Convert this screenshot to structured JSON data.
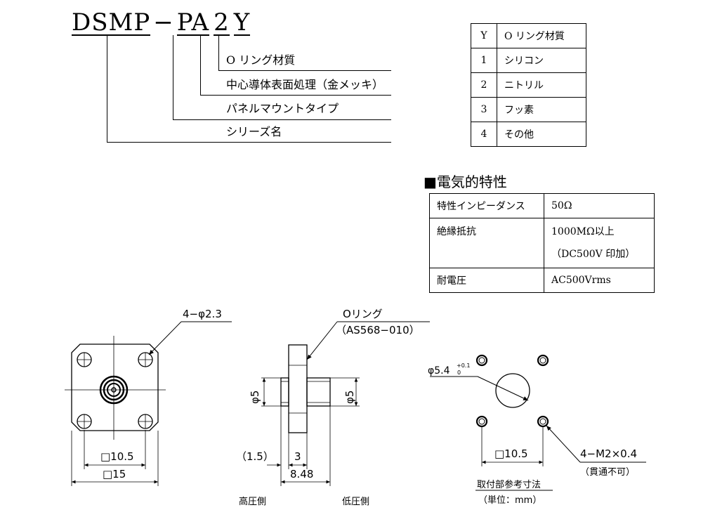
{
  "part_number": {
    "seg1": "DSMP",
    "dash": "−",
    "seg2": "PA",
    "seg3": "2",
    "seg4": "Y"
  },
  "callouts": {
    "oring": "O リング材質",
    "plating": "中心導体表面処理（金メッキ）",
    "panel": "パネルマウントタイプ",
    "series": "シリーズ名"
  },
  "y_table": {
    "header": [
      "Y",
      "O リング材質"
    ],
    "rows": [
      [
        "1",
        "シリコン"
      ],
      [
        "2",
        "ニトリル"
      ],
      [
        "3",
        "フッ素"
      ],
      [
        "4",
        "その他"
      ]
    ]
  },
  "electrical": {
    "title": "■電気的特性",
    "rows": [
      {
        "name": "特性インピーダンス",
        "value": "50Ω",
        "value2": ""
      },
      {
        "name": "絶縁抵抗",
        "value": "1000MΩ以上",
        "value2": "（DC500V 印加）"
      },
      {
        "name": "耐電圧",
        "value": "AC500Vrms",
        "value2": ""
      }
    ]
  },
  "drawing": {
    "holes_label": "4−φ2.3",
    "sq_inner": "□10.5",
    "sq_outer": "□15",
    "oring_label": "Oリング",
    "oring_spec": "（AS568−010）",
    "dia_left": "φ5",
    "dia_right": "φ5",
    "dim_15": "（1.5）",
    "dim_3": "3",
    "dim_848": "8.48",
    "high_side": "高圧側",
    "low_side": "低圧側",
    "hole_dia": "φ5.4",
    "hole_tol_upper": "+0.1",
    "hole_tol_lower": "0",
    "mount_sq": "□10.5",
    "thread": "4−M2×0.4",
    "thread_note": "（貫通不可）",
    "mount_title": "取付部参考寸法",
    "unit": "（単位：mm）"
  }
}
